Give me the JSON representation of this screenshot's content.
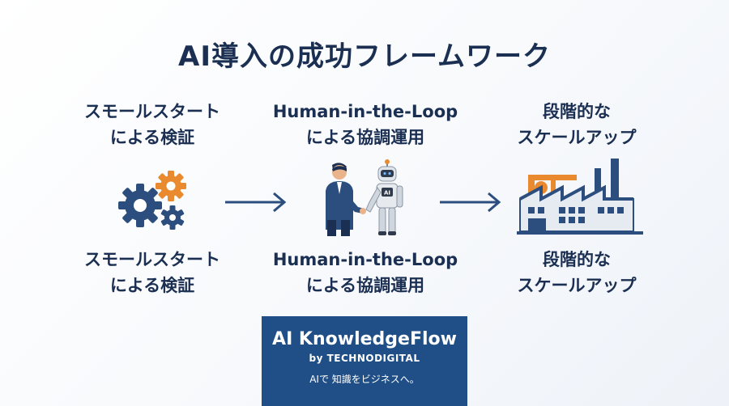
{
  "title": "AI導入の成功フレームワーク",
  "steps": [
    {
      "top_line1": "スモールスタート",
      "top_line2": "による検証",
      "bottom_line1": "スモールスタート",
      "bottom_line2": "による検証",
      "icon": "gears-icon"
    },
    {
      "top_line1": "Human-in-the-Loop",
      "top_line2": "による協調運用",
      "bottom_line1": "Human-in-the-Loop",
      "bottom_line2": "による協調運用",
      "icon": "human-robot-handshake-icon",
      "robot_badge": "AI"
    },
    {
      "top_line1": "段階的な",
      "top_line2": "スケールアップ",
      "bottom_line1": "段階的な",
      "bottom_line2": "スケールアップ",
      "icon": "factory-icon"
    }
  ],
  "brand": {
    "name": "AI KnowledgeFlow",
    "by": "by TECHNODIGITAL",
    "tagline": "AIで 知識をビジネスへ。"
  },
  "colors": {
    "navy": "#1b2f52",
    "blue": "#2c4e7e",
    "orange": "#e98a2e",
    "brand_bg": "#1f4f86"
  }
}
